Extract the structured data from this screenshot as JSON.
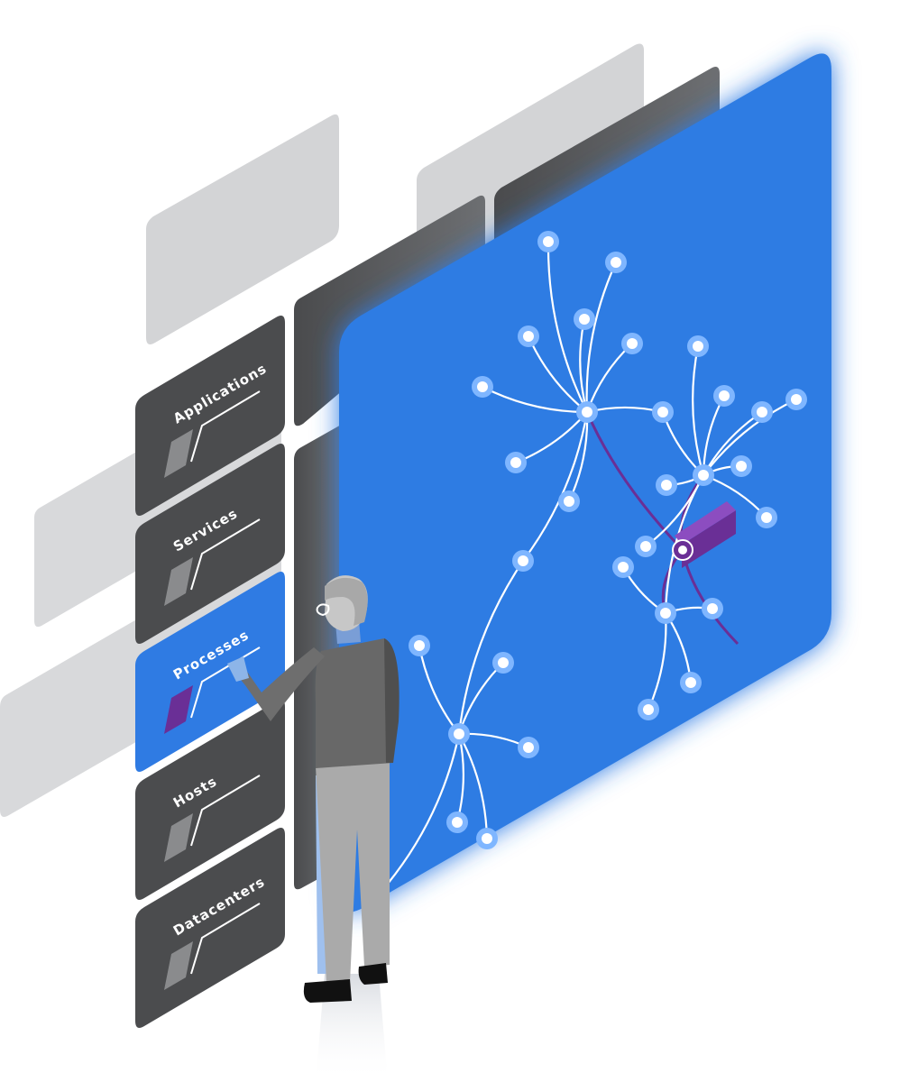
{
  "layers": [
    {
      "label": "Applications",
      "selected": false
    },
    {
      "label": "Services",
      "selected": false
    },
    {
      "label": "Processes",
      "selected": true
    },
    {
      "label": "Hosts",
      "selected": false
    },
    {
      "label": "Datacenters",
      "selected": false
    }
  ],
  "colors": {
    "panel_blue": "#2f7be3",
    "tile_dark": "#4b4c4e",
    "tile_selected": "#2f7be3",
    "ghost_gray": "#d3d4d6",
    "node_ring": "#7fb6ff",
    "highlight_purple": "#6a2f96",
    "person_shirt": "#686868",
    "person_pants": "#aaaaaa",
    "person_hair": "#c7c7c7"
  },
  "icons": {
    "tier_icon": "stacked-parallelogram-icon",
    "node_icon": "graph-node-icon",
    "person": "person-figure"
  }
}
